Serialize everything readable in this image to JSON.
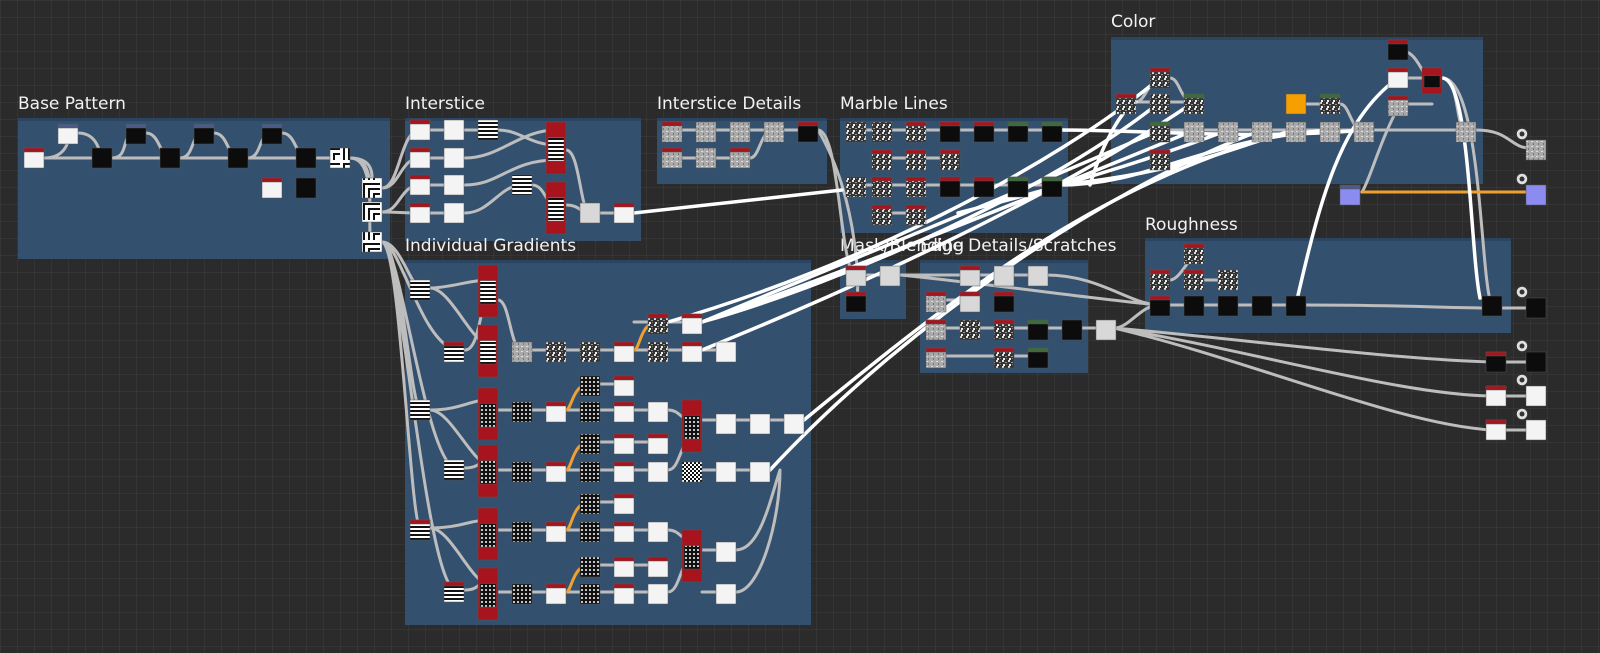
{
  "graph": {
    "frames": [
      {
        "id": "base-pattern",
        "title": "Base Pattern"
      },
      {
        "id": "interstice",
        "title": "Interstice"
      },
      {
        "id": "interstice-details",
        "title": "Interstice Details"
      },
      {
        "id": "marble-lines",
        "title": "Marble Lines"
      },
      {
        "id": "color",
        "title": "Color"
      },
      {
        "id": "individual-gradients",
        "title": "Individual Gradients"
      },
      {
        "id": "mask-blending",
        "title": "Mask/Blending"
      },
      {
        "id": "edge-details",
        "title": "Edge Details/Scratches"
      },
      {
        "id": "roughness",
        "title": "Roughness"
      }
    ]
  },
  "colors": {
    "canvas": "#2b2b2b",
    "frame": "#33506f",
    "node_header": "#a8141e",
    "wire": "#bdbdbd",
    "wire_highlight": "#ffffff",
    "wire_orange": "#f0a030",
    "accent_orange": "#f5a000",
    "accent_purple": "#8c8cf0",
    "output_dark": "#111111"
  }
}
